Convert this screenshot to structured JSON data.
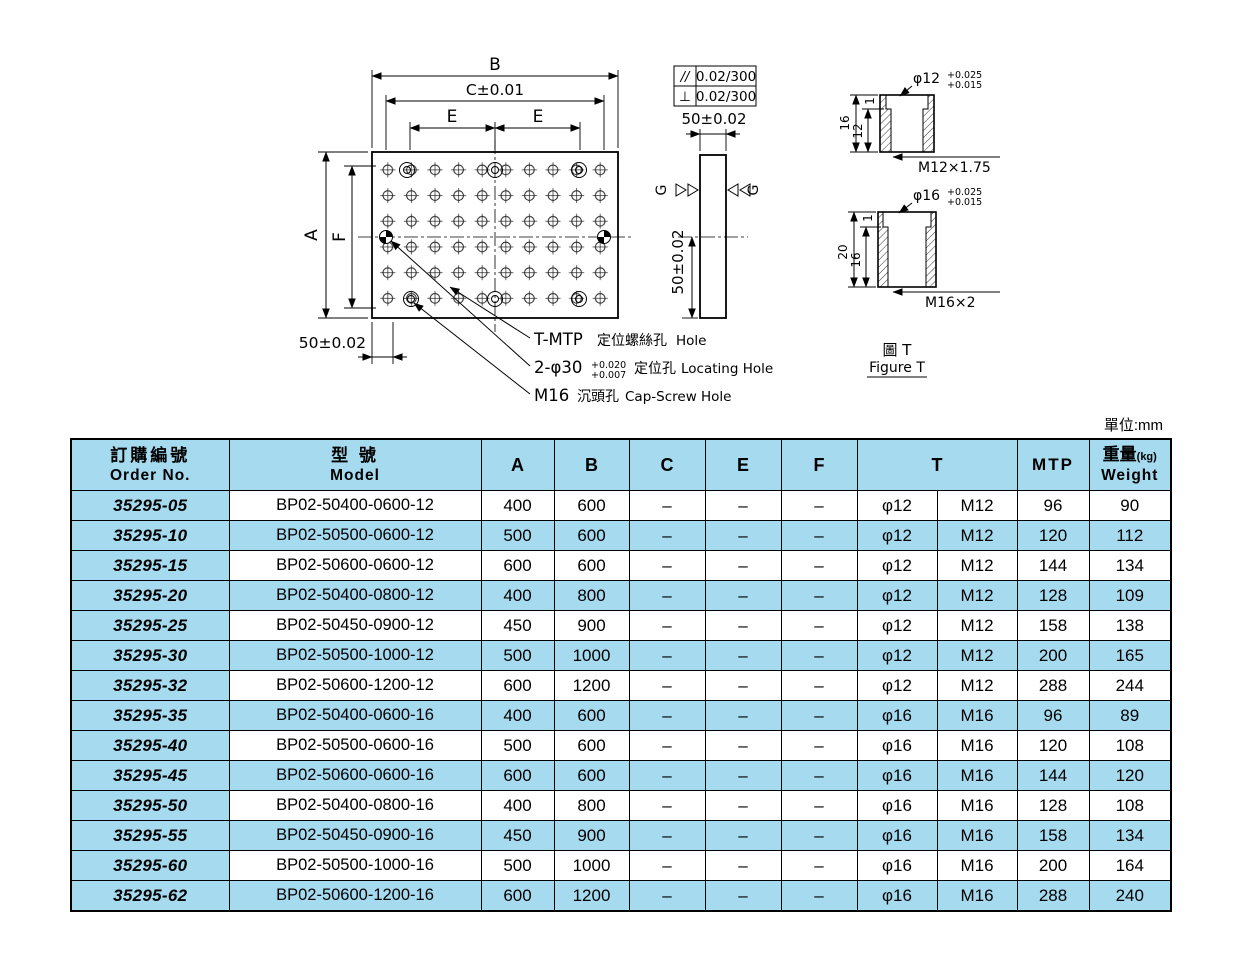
{
  "page": {
    "unit_label": "單位:mm"
  },
  "drawing": {
    "plate": {
      "dim_b": "B",
      "dim_c": "C±0.01",
      "dim_e_left": "E",
      "dim_e_right": "E",
      "dim_a": "A",
      "dim_f": "F",
      "dim_50_bottom": "50±0.02",
      "callouts": {
        "tmtp_code": "T-MTP",
        "tmtp_zh": "定位螺絲孔",
        "tmtp_en": "Hole",
        "phi30_code": "2-φ30",
        "phi30_tol_upper": "+0.020",
        "phi30_tol_lower": "+0.007",
        "phi30_zh": "定位孔",
        "phi30_en": "Locating Hole",
        "m16_code": "M16",
        "m16_zh": "沉頭孔",
        "m16_en": "Cap-Screw Hole"
      }
    },
    "side": {
      "parallelism_symbol": "//",
      "parallelism_value": "0.02/300",
      "perpendicularity_symbol": "⊥",
      "perpendicularity_value": "0.02/300",
      "dim_50_top": "50±0.02",
      "dim_50_side": "50±0.02",
      "g_left": "G",
      "g_right": "G"
    },
    "figure_t": {
      "bushing12": {
        "phi": "φ12",
        "tol_upper": "+0.025",
        "tol_lower": "+0.015",
        "thread": "M12×1.75",
        "dim_total": "16",
        "dim_mid": "12",
        "dim_small": "1"
      },
      "bushing16": {
        "phi": "φ16",
        "tol_upper": "+0.025",
        "tol_lower": "+0.015",
        "thread": "M16×2",
        "dim_total": "20",
        "dim_mid": "16",
        "dim_small": "1"
      },
      "caption_zh": "圖 T",
      "caption_en": "Figure T"
    }
  },
  "table": {
    "headers": {
      "order_zh": "訂購編號",
      "order_en": "Order No.",
      "model_zh": "型 號",
      "model_en": "Model",
      "col_a": "A",
      "col_b": "B",
      "col_c": "C",
      "col_e": "E",
      "col_f": "F",
      "col_t": "T",
      "col_mtp": "MTP",
      "weight_zh": "重量",
      "weight_kg": "(kg)",
      "weight_en": "Weight"
    },
    "rows": [
      {
        "order": "35295-05",
        "model": "BP02-50400-0600-12",
        "a": "400",
        "b": "600",
        "c": "–",
        "e": "–",
        "f": "–",
        "t_phi": "φ12",
        "t_m": "M12",
        "mtp": "96",
        "weight": "90"
      },
      {
        "order": "35295-10",
        "model": "BP02-50500-0600-12",
        "a": "500",
        "b": "600",
        "c": "–",
        "e": "–",
        "f": "–",
        "t_phi": "φ12",
        "t_m": "M12",
        "mtp": "120",
        "weight": "112"
      },
      {
        "order": "35295-15",
        "model": "BP02-50600-0600-12",
        "a": "600",
        "b": "600",
        "c": "–",
        "e": "–",
        "f": "–",
        "t_phi": "φ12",
        "t_m": "M12",
        "mtp": "144",
        "weight": "134"
      },
      {
        "order": "35295-20",
        "model": "BP02-50400-0800-12",
        "a": "400",
        "b": "800",
        "c": "–",
        "e": "–",
        "f": "–",
        "t_phi": "φ12",
        "t_m": "M12",
        "mtp": "128",
        "weight": "109"
      },
      {
        "order": "35295-25",
        "model": "BP02-50450-0900-12",
        "a": "450",
        "b": "900",
        "c": "–",
        "e": "–",
        "f": "–",
        "t_phi": "φ12",
        "t_m": "M12",
        "mtp": "158",
        "weight": "138"
      },
      {
        "order": "35295-30",
        "model": "BP02-50500-1000-12",
        "a": "500",
        "b": "1000",
        "c": "–",
        "e": "–",
        "f": "–",
        "t_phi": "φ12",
        "t_m": "M12",
        "mtp": "200",
        "weight": "165"
      },
      {
        "order": "35295-32",
        "model": "BP02-50600-1200-12",
        "a": "600",
        "b": "1200",
        "c": "–",
        "e": "–",
        "f": "–",
        "t_phi": "φ12",
        "t_m": "M12",
        "mtp": "288",
        "weight": "244"
      },
      {
        "order": "35295-35",
        "model": "BP02-50400-0600-16",
        "a": "400",
        "b": "600",
        "c": "–",
        "e": "–",
        "f": "–",
        "t_phi": "φ16",
        "t_m": "M16",
        "mtp": "96",
        "weight": "89"
      },
      {
        "order": "35295-40",
        "model": "BP02-50500-0600-16",
        "a": "500",
        "b": "600",
        "c": "–",
        "e": "–",
        "f": "–",
        "t_phi": "φ16",
        "t_m": "M16",
        "mtp": "120",
        "weight": "108"
      },
      {
        "order": "35295-45",
        "model": "BP02-50600-0600-16",
        "a": "600",
        "b": "600",
        "c": "–",
        "e": "–",
        "f": "–",
        "t_phi": "φ16",
        "t_m": "M16",
        "mtp": "144",
        "weight": "120"
      },
      {
        "order": "35295-50",
        "model": "BP02-50400-0800-16",
        "a": "400",
        "b": "800",
        "c": "–",
        "e": "–",
        "f": "–",
        "t_phi": "φ16",
        "t_m": "M16",
        "mtp": "128",
        "weight": "108"
      },
      {
        "order": "35295-55",
        "model": "BP02-50450-0900-16",
        "a": "450",
        "b": "900",
        "c": "–",
        "e": "–",
        "f": "–",
        "t_phi": "φ16",
        "t_m": "M16",
        "mtp": "158",
        "weight": "134"
      },
      {
        "order": "35295-60",
        "model": "BP02-50500-1000-16",
        "a": "500",
        "b": "1000",
        "c": "–",
        "e": "–",
        "f": "–",
        "t_phi": "φ16",
        "t_m": "M16",
        "mtp": "200",
        "weight": "164"
      },
      {
        "order": "35295-62",
        "model": "BP02-50600-1200-16",
        "a": "600",
        "b": "1200",
        "c": "–",
        "e": "–",
        "f": "–",
        "t_phi": "φ16",
        "t_m": "M16",
        "mtp": "288",
        "weight": "240"
      }
    ]
  }
}
